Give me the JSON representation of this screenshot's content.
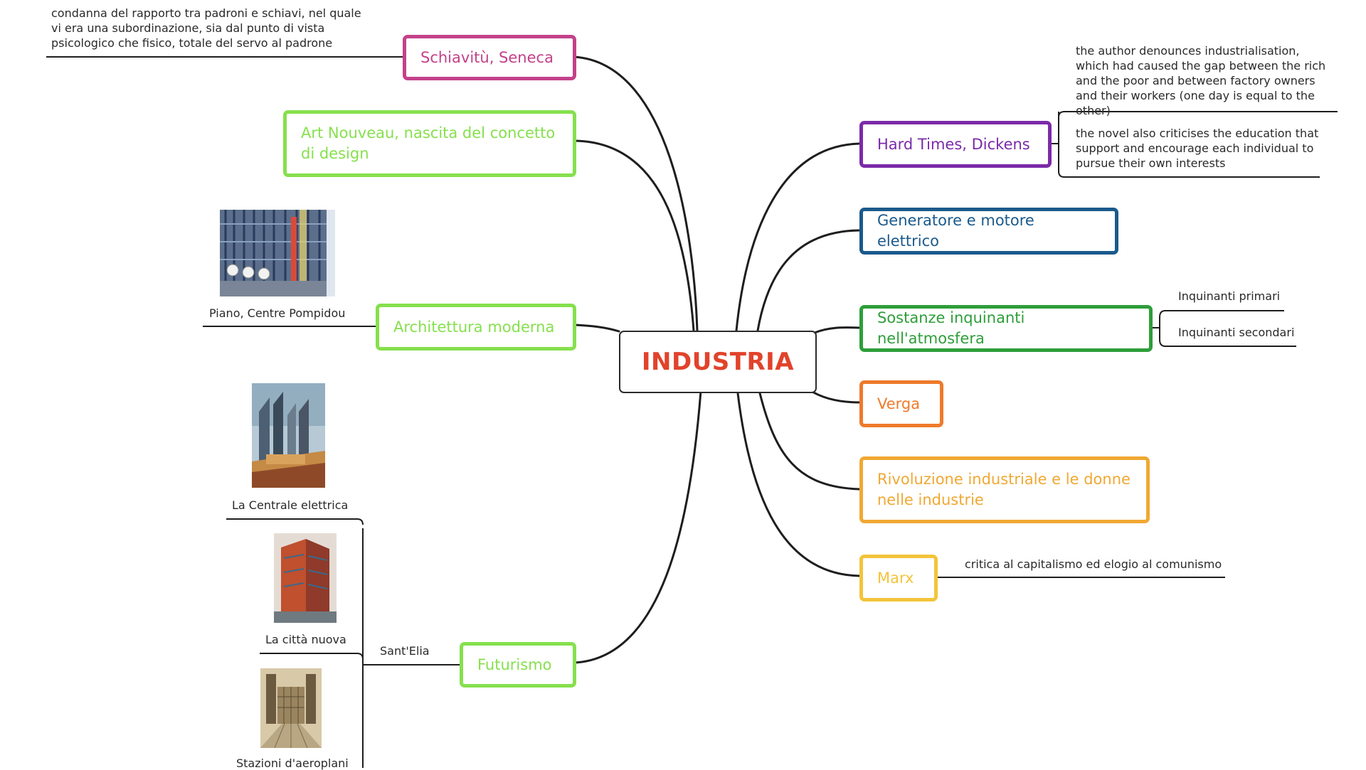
{
  "center": {
    "label": "INDUSTRIA",
    "color": "#e1432b"
  },
  "left_branches": [
    {
      "id": "schiavitu",
      "label": "Schiavitù, Seneca",
      "color": "#c4418a",
      "note": "condanna del rapporto tra padroni e schiavi, nel quale vi era una subordinazione, sia dal punto di vista psicologico che fisico, totale del servo al padrone"
    },
    {
      "id": "art-nouveau",
      "label": "Art Nouveau, nascita del concetto di design",
      "color": "#86e04d"
    },
    {
      "id": "architettura",
      "label": "Architettura moderna",
      "color": "#86e04d",
      "caption": "Piano, Centre Pompidou"
    },
    {
      "id": "futurismo",
      "label": "Futurismo",
      "color": "#86e04d",
      "subtopic": "Sant'Elia",
      "captions": [
        "La Centrale elettrica",
        "La città nuova",
        "Stazioni d'aeroplani"
      ]
    }
  ],
  "right_branches": [
    {
      "id": "hard-times",
      "label": "Hard Times, Dickens",
      "color": "#7b2aa8",
      "notes": [
        "the author denounces industrialisation, which had caused the gap between the rich and the poor and between factory owners and their workers (one day is equal to the other)",
        "the novel also criticises the education that support and encourage each individual to pursue their own interests"
      ]
    },
    {
      "id": "generatore",
      "label": "Generatore e motore elettrico",
      "color": "#1a5a8c"
    },
    {
      "id": "sostanze",
      "label": "Sostanze inquinanti nell'atmosfera",
      "color": "#2e9e3a",
      "subs": [
        "Inquinanti primari",
        "Inquinanti secondari"
      ]
    },
    {
      "id": "verga",
      "label": "Verga",
      "color": "#ee7a2a"
    },
    {
      "id": "rivoluzione",
      "label": "Rivoluzione industriale e le donne nelle industrie",
      "color": "#f0a833"
    },
    {
      "id": "marx",
      "label": "Marx",
      "color": "#f3c43a",
      "note": "critica al capitalismo ed elogio al comunismo"
    }
  ],
  "connector_color": "#1e1e1e"
}
